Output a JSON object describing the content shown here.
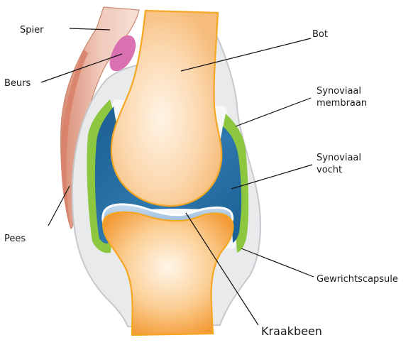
{
  "labels": {
    "muscle": "Spier",
    "bursa": "Beurs",
    "tendon": "Pees",
    "bone": "Bot",
    "synovial_membrane": [
      "Synoviaal",
      "membraan"
    ],
    "synovial_fluid": [
      "Synoviaal",
      "vocht"
    ],
    "joint_capsule": "Gewrichtscapsule",
    "cartilage": "Kraakbeen"
  },
  "colors": {
    "bone_center": "#fff2e2",
    "bone_edge": "#f7c48a",
    "bone_outline": "#f5a623",
    "lower_bone_edge": "#f39a34",
    "capsule_fill": "#e9eaec",
    "capsule_outline": "#c8cacd",
    "membrane": "#8dc63f",
    "fluid_dark": "#1b5e92",
    "fluid_light": "#a9c9e4",
    "muscle": "#e6b6a6",
    "tendon": "#d9826a",
    "bursa": "#d970b0"
  }
}
